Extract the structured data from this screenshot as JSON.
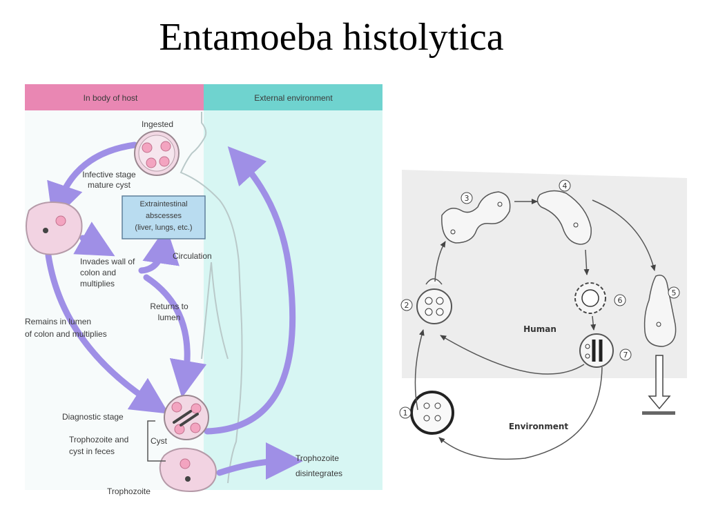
{
  "slide": {
    "title": "Entamoeba histolytica"
  },
  "left_diagram": {
    "header_host": "In body of host",
    "header_environment": "External environment",
    "ingested": "Ingested",
    "infective_stage": [
      "Infective stage",
      "mature cyst"
    ],
    "extraintestinal": [
      "Extraintestinal",
      "abscesses",
      "(liver, lungs, etc.)"
    ],
    "invades_wall": [
      "Invades wall of",
      "colon and",
      "multiplies"
    ],
    "circulation": "Circulation",
    "returns_to_lumen": [
      "Returns to",
      "lumen"
    ],
    "remains_in_lumen": [
      "Remains in lumen",
      "of colon and multiplies"
    ],
    "diagnostic_stage": "Diagnostic stage",
    "troph_and_cyst": [
      "Trophozoite and",
      "cyst in feces"
    ],
    "cyst": "Cyst",
    "troph_disintegrates": [
      "Trophozoite",
      "disintegrates"
    ],
    "cutoff_label": "Trophozoite",
    "colors": {
      "host_header": "#e987b3",
      "env_header": "#6fd3cf",
      "env_bg": "#d7f6f3",
      "arrow": "#9f8fe6"
    }
  },
  "right_diagram": {
    "human": "Human",
    "environment": "Environment",
    "stage_numbers": [
      "1",
      "2",
      "3",
      "4",
      "5",
      "6",
      "7"
    ]
  }
}
